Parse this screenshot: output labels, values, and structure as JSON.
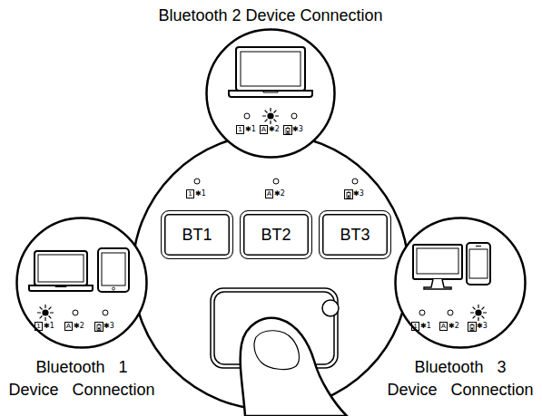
{
  "diagram": {
    "nodes": [
      {
        "text": [
          "Bluetooth 2 Device Connection"
        ]
      },
      {
        "text": [
          "BT1"
        ]
      },
      {
        "text": [
          "BT2"
        ]
      },
      {
        "text": [
          "BT3"
        ]
      },
      {
        "text": [
          "Bluetooth 1 Device Connection"
        ]
      },
      {
        "text": [
          "Bluetooth 3 Device Connection"
        ]
      }
    ],
    "labels": [
      "1",
      "✱1",
      "A",
      "✱2",
      "✱3",
      "1",
      "✱1",
      "A",
      "✱2",
      "✱3",
      "1",
      "✱1",
      "A",
      "✱2",
      "✱3",
      "1",
      "✱1",
      "A",
      "✱2",
      "✱3"
    ]
  }
}
